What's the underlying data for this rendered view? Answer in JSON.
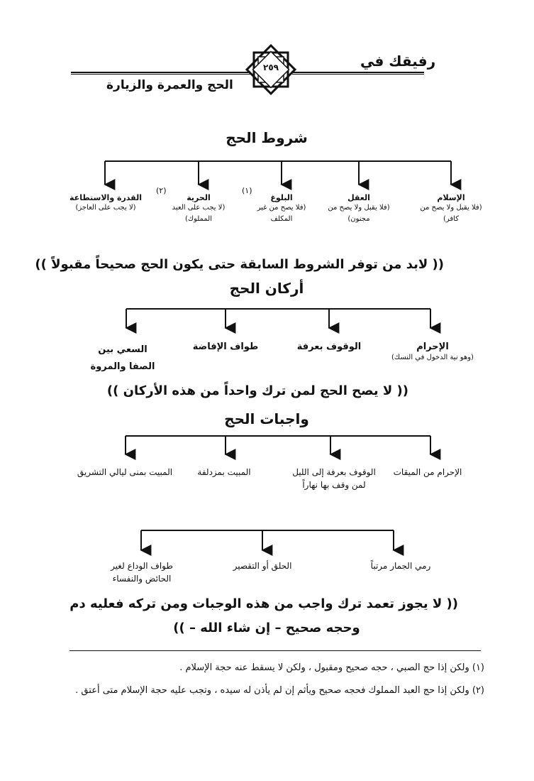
{
  "header": {
    "book_title": "رفيقك في",
    "book_subtitle": "الحج والعمرة والزيارة",
    "page_number": "٢٥٩"
  },
  "conditions": {
    "heading": "شروط الحج",
    "items": [
      {
        "title": "الإسلام",
        "note": "(فلا يقبل ولا يصح من كافر)",
        "marker": ""
      },
      {
        "title": "العقل",
        "note": "(فلا يقبل ولا يصح من مجنون)",
        "marker": ""
      },
      {
        "title": "البلوغ",
        "note": "(فلا يصح من غير المكلف",
        "marker": "(١)"
      },
      {
        "title": "الحرية",
        "note": "(لا يجب على العبد المملوك)",
        "marker": "(٢)"
      },
      {
        "title": "القدرة والاستطاعة",
        "note": "(لا يجب على العاجز)",
        "marker": ""
      }
    ],
    "banner": "(( لابد من توفر الشروط السابقة حتى يكون الحج صحيحاً مقبولاً ))"
  },
  "pillars": {
    "heading": "أركان الحج",
    "items": [
      {
        "title": "الإحرام",
        "note": "(وهو نية الدخول في النسك)"
      },
      {
        "title": "الوقوف بعرفة",
        "note": ""
      },
      {
        "title": "طواف الإفاضة",
        "note": ""
      },
      {
        "title": "السعي بين الصفا والمروة",
        "note": ""
      }
    ],
    "banner": "(( لا يصح الحج لمن ترك واحداً من هذه الأركان ))"
  },
  "obligations": {
    "heading": "واجبات الحج",
    "row1": [
      {
        "text": "الإحرام من الميقات"
      },
      {
        "text": "الوقوف بعرفة إلى الليل لمن وقف بها نهاراً"
      },
      {
        "text": "المبيت بمزدلفة"
      },
      {
        "text": "المبيت بمنى ليالي التشريق"
      }
    ],
    "row2": [
      {
        "text": "رمي الجمار مرتباً"
      },
      {
        "text": "الحلق أو التقصير"
      },
      {
        "text": "طواف الوداع لغير الحائض والنفساء"
      }
    ],
    "banner_line1": "(( لا يجوز تعمد ترك واجب من هذه الوجبات ومن تركه فعليه دم",
    "banner_line2": "وحجه صحيح – إن شاء الله – ))"
  },
  "footnotes": [
    "(١) ولكن إذا حج الصبي ، حجه صحيح ومقبول ، ولكن لا يسقط عنه حجة الإسلام .",
    "(٢) ولكن إذا حج العبد المملوك فحجه صحيح ويأثم إن لم يأذن له سيده ، وتجب عليه حجة الإسلام متى أعتق ."
  ]
}
